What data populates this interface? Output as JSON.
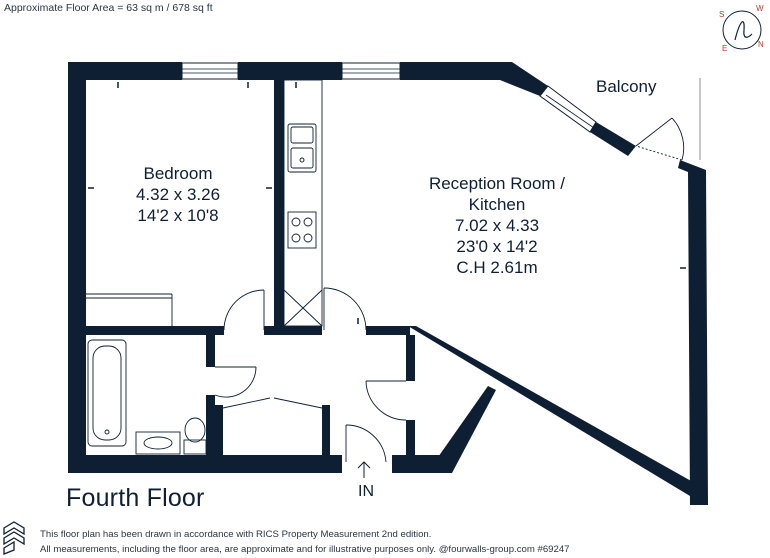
{
  "header": {
    "area_note": "Approximate Floor Area = 63 sq m / 678 sq ft"
  },
  "floor": {
    "label": "Fourth Floor"
  },
  "rooms": {
    "bedroom": {
      "name": "Bedroom",
      "metric": "4.32 x 3.26",
      "imperial": "14'2 x 10'8"
    },
    "reception": {
      "name_line1": "Reception Room /",
      "name_line2": "Kitchen",
      "metric": "7.02 x 4.33",
      "imperial": "23'0 x 14'2",
      "ceiling": "C.H 2.61m"
    },
    "balcony": {
      "name": "Balcony"
    }
  },
  "entry": {
    "label": "IN"
  },
  "compass": {
    "n": "N",
    "e": "E",
    "s": "S",
    "w": "W"
  },
  "footer": {
    "line1": "This floor plan has been drawn in accordance with RICS Property Measurement 2nd edition.",
    "line2": "All measurements, including the floor area, are approximate and for illustrative purposes only. @fourwalls-group.com #69247"
  },
  "colors": {
    "wall": "#0f1f33",
    "accent": "#c0392b",
    "text": "#0f1f33"
  }
}
